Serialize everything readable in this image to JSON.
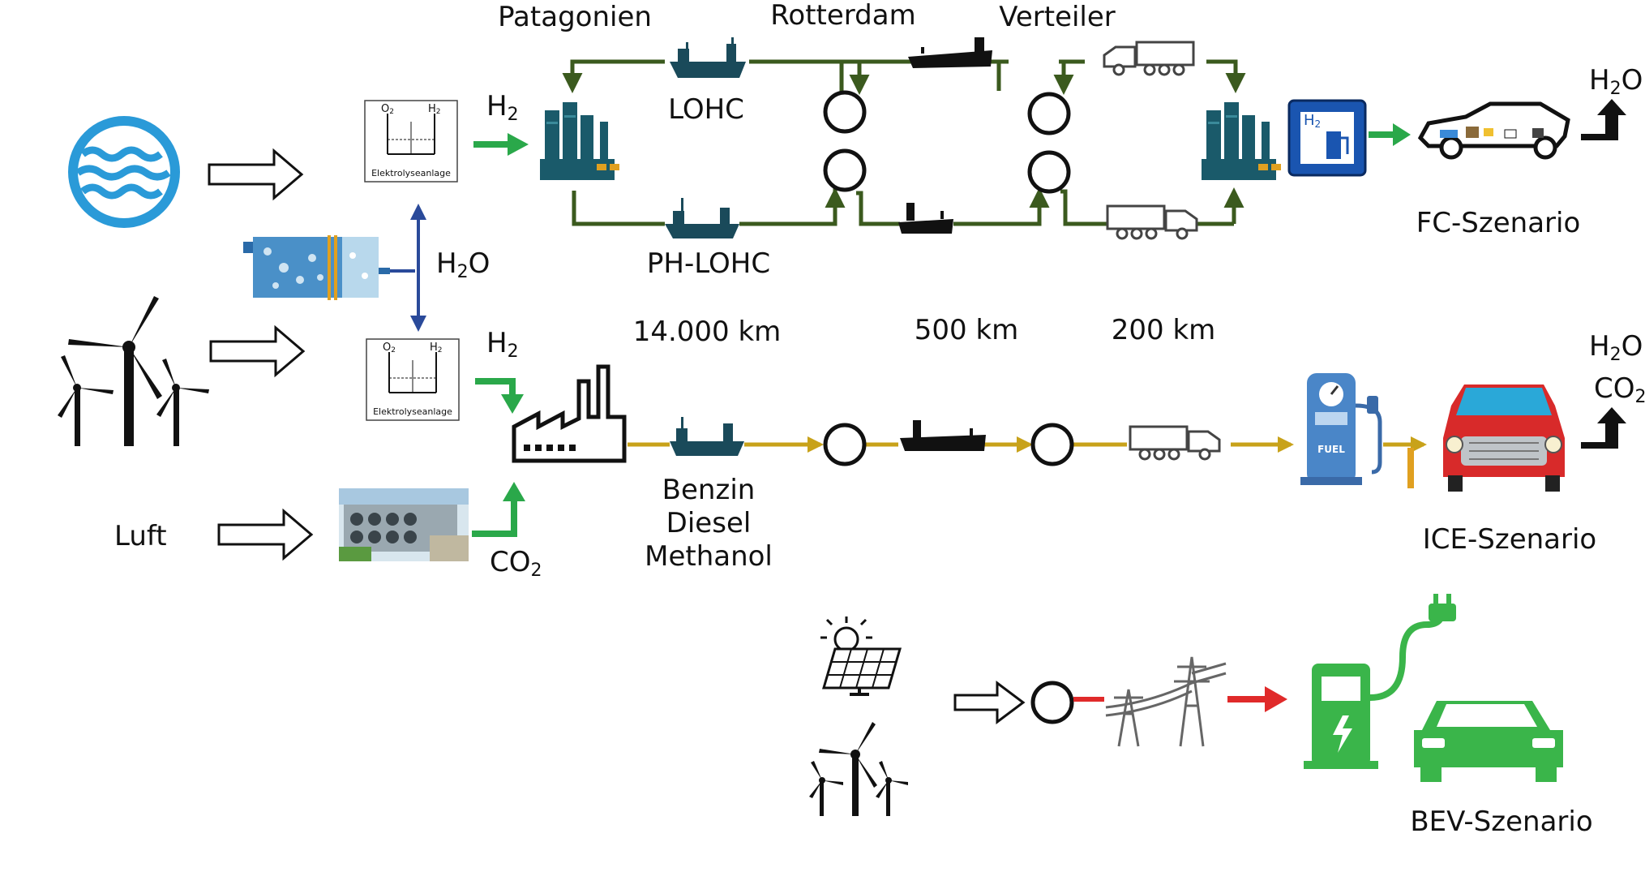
{
  "colors": {
    "lohc_line": "#3b5a1e",
    "h2_arrow": "#2aa84a",
    "fuel_line": "#c8a21a",
    "bev_red": "#e02a2a",
    "h2o_arrow": "#2a4a9a",
    "bev_green": "#3ab54a",
    "water_blue": "#2a9ad8",
    "ship_teal": "#1a4a5a",
    "sign_blue": "#1a55b0"
  },
  "locations": {
    "patagonien": "Patagonien",
    "rotterdam": "Rotterdam",
    "verteiler": "Verteiler"
  },
  "carriers": {
    "lohc": "LOHC",
    "ph_lohc": "PH-LOHC"
  },
  "distances": {
    "d1": "14.000 km",
    "d2": "500 km",
    "d3": "200 km"
  },
  "fuels": [
    "Benzin",
    "Diesel",
    "Methanol"
  ],
  "sources": {
    "luft": "Luft"
  },
  "electrolysis": {
    "label": "Elektrolyseanlage",
    "o2": "O",
    "h2": "H",
    "h2o": "H O"
  },
  "molecules": {
    "h2_base": "H",
    "h2_sub": "2",
    "h2o_base": "H",
    "h2o_sub": "2",
    "h2o_tail": "O",
    "co2_base": "CO",
    "co2_sub": "2"
  },
  "icons": [
    "water-icon",
    "wind-turbine-icon",
    "air-capture-icon",
    "desalination-icon",
    "electrolyzer-icon",
    "hydrogen-plant-icon",
    "tanker-ship-icon",
    "barge-icon",
    "truck-icon",
    "h2-station-sign-icon",
    "fuel-cell-car-icon",
    "factory-icon",
    "fuel-pump-icon",
    "red-car-icon",
    "solar-panel-icon",
    "power-pylon-icon",
    "ev-charger-icon",
    "exhaust-arrow-icon"
  ],
  "scenarios": {
    "fc": "FC-Szenario",
    "ice": "ICE-Szenario",
    "bev": "BEV-Szenario"
  },
  "station_sign": {
    "text": "H"
  },
  "fuel_pump": {
    "text": "FUEL"
  }
}
